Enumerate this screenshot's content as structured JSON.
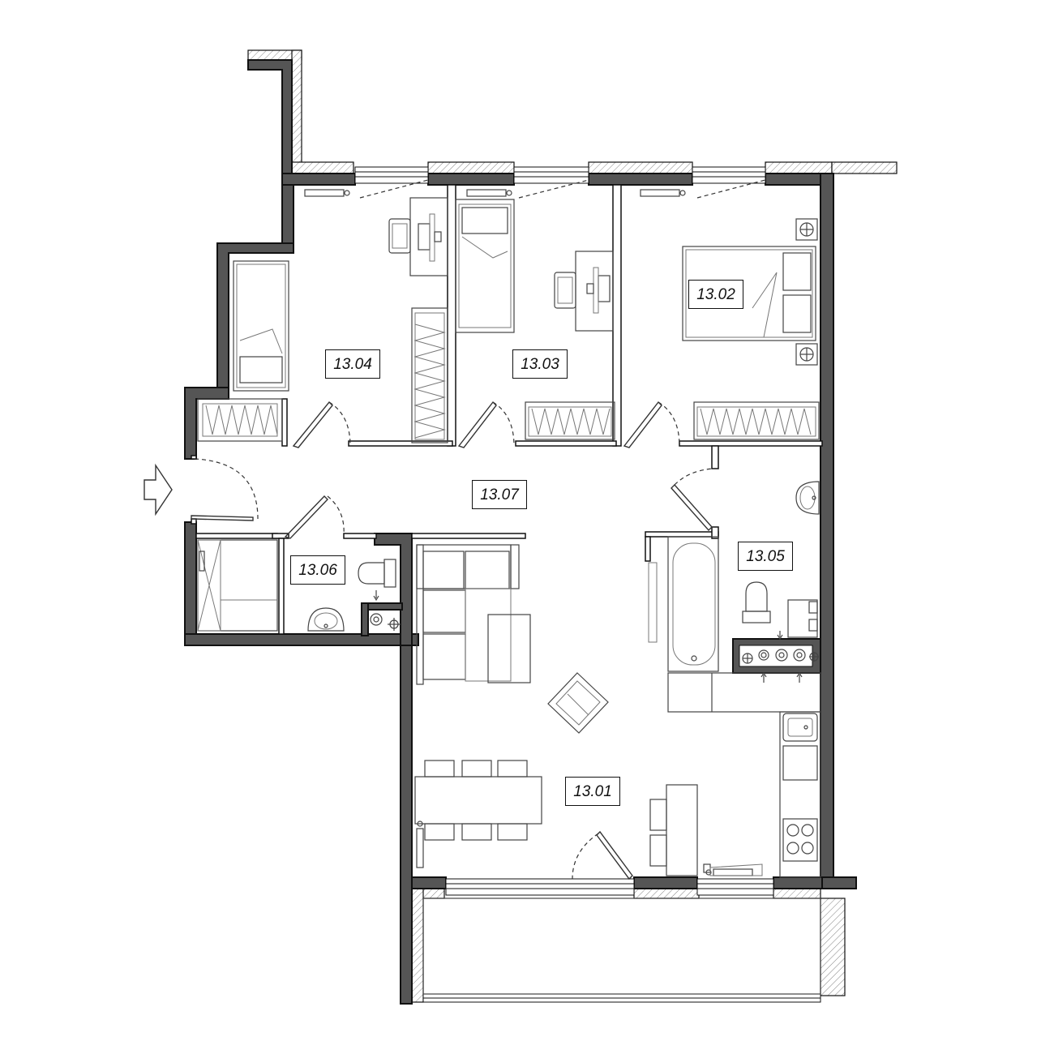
{
  "plan": {
    "rooms": [
      {
        "id": "13.01",
        "label": "13.01"
      },
      {
        "id": "13.02",
        "label": "13.02"
      },
      {
        "id": "13.03",
        "label": "13.03"
      },
      {
        "id": "13.04",
        "label": "13.04"
      },
      {
        "id": "13.05",
        "label": "13.05"
      },
      {
        "id": "13.06",
        "label": "13.06"
      },
      {
        "id": "13.07",
        "label": "13.07"
      }
    ],
    "icons": {
      "entrance": "entrance-arrow-icon",
      "bed": "bed-icon",
      "desk": "desk-icon",
      "chair": "chair-icon",
      "wardrobe": "wardrobe-icon",
      "bathtub": "bathtub-icon",
      "toilet": "toilet-icon",
      "sink": "sink-icon",
      "sofa": "sofa-icon",
      "dining_table": "dining-table-icon",
      "armchair": "armchair-icon",
      "stove": "stove-icon",
      "radiator": "radiator-icon"
    },
    "colors": {
      "wall": "#555555",
      "line": "#111111",
      "background": "#ffffff"
    }
  }
}
